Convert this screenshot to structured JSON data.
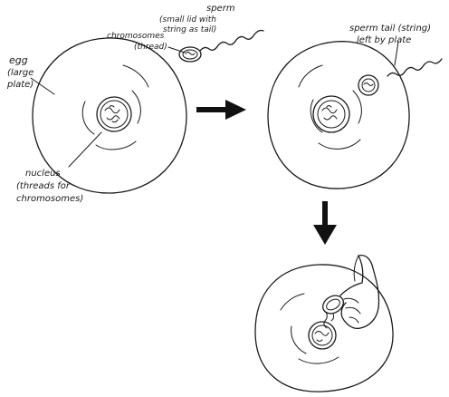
{
  "labels": {
    "sperm": "sperm",
    "sperm_desc_1": "(small lid with",
    "sperm_desc_2": "string as tail)",
    "chromosomes_1": "chromosomes",
    "chromosomes_2": "(thread)",
    "egg_1": "egg",
    "egg_2": "(large",
    "egg_3": "plate)",
    "nucleus_1": "nucleus",
    "nucleus_2": "(threads for",
    "nucleus_3": "chromosomes)",
    "tail_1": "sperm tail (string)",
    "tail_2": "left by plate"
  }
}
